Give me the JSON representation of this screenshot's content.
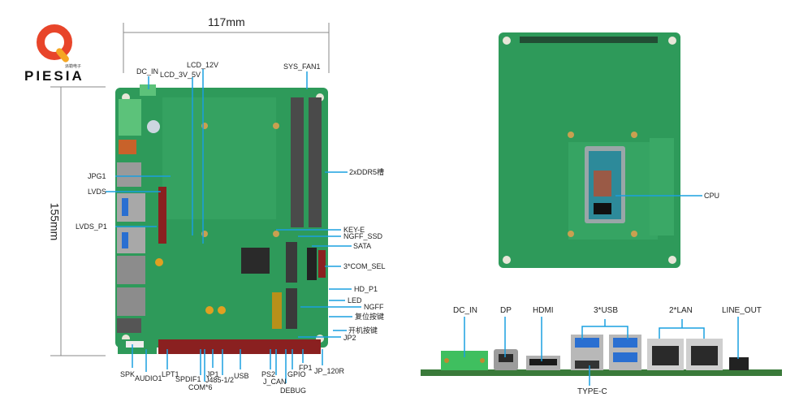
{
  "brand": {
    "name": "PIESIA",
    "tagline": "派勒电子",
    "colors": {
      "primary": "#e8452a",
      "secondary": "#f5a623",
      "callout": "#1aa0e0",
      "pcb": "#2e9a5a",
      "pcb_dark": "#1f7a45"
    }
  },
  "dimensions": {
    "width_label": "117mm",
    "height_label": "155mm"
  },
  "top_view": {
    "top_labels": [
      {
        "id": "dc-in",
        "text": "DC_IN"
      },
      {
        "id": "lcd-3v-5v",
        "text": "LCD_3V_5V"
      },
      {
        "id": "lcd-12v",
        "text": "LCD_12V"
      },
      {
        "id": "sys-fan1",
        "text": "SYS_FAN1"
      }
    ],
    "left_labels": [
      {
        "id": "jpg1",
        "text": "JPG1"
      },
      {
        "id": "lvds",
        "text": "LVDS"
      },
      {
        "id": "lvds-p1",
        "text": "LVDS_P1"
      }
    ],
    "right_labels": [
      {
        "id": "ddr5",
        "text": "2xDDR5槽"
      },
      {
        "id": "key-e",
        "text": "KEY-E"
      },
      {
        "id": "ngff-ssd",
        "text": "NGFF_SSD"
      },
      {
        "id": "sata",
        "text": "SATA"
      },
      {
        "id": "com-sel",
        "text": "3*COM_SEL"
      },
      {
        "id": "hd-p1",
        "text": "HD_P1"
      },
      {
        "id": "led",
        "text": "LED"
      },
      {
        "id": "ngff",
        "text": "NGFF"
      },
      {
        "id": "reset-button",
        "text": "复位按键"
      },
      {
        "id": "power-button",
        "text": "开机按键"
      },
      {
        "id": "jp2",
        "text": "JP2"
      }
    ],
    "bottom_labels": [
      {
        "id": "spk",
        "text": "SPK"
      },
      {
        "id": "audio1",
        "text": "AUDIO1"
      },
      {
        "id": "lpt1",
        "text": "LPT1"
      },
      {
        "id": "spdif1",
        "text": "SPDIF1"
      },
      {
        "id": "com6",
        "text": "COM*6"
      },
      {
        "id": "jp1",
        "text": "JP1"
      },
      {
        "id": "j485",
        "text": "J485-1/2"
      },
      {
        "id": "usb",
        "text": "USB"
      },
      {
        "id": "ps2",
        "text": "PS2"
      },
      {
        "id": "j-can",
        "text": "J_CAN"
      },
      {
        "id": "debug",
        "text": "DEBUG"
      },
      {
        "id": "gpio",
        "text": "GPIO"
      },
      {
        "id": "fp1",
        "text": "FP1"
      },
      {
        "id": "jp-120r",
        "text": "JP_120R"
      }
    ]
  },
  "bottom_view": {
    "labels": [
      {
        "id": "cpu",
        "text": "CPU"
      }
    ]
  },
  "io_view": {
    "top_labels": [
      {
        "id": "io-dc-in",
        "text": "DC_IN"
      },
      {
        "id": "io-dp",
        "text": "DP"
      },
      {
        "id": "io-hdmi",
        "text": "HDMI"
      },
      {
        "id": "io-usb",
        "text": "3*USB"
      },
      {
        "id": "io-lan",
        "text": "2*LAN"
      },
      {
        "id": "io-line-out",
        "text": "LINE_OUT"
      }
    ],
    "bottom_labels": [
      {
        "id": "io-type-c",
        "text": "TYPE-C"
      }
    ]
  }
}
